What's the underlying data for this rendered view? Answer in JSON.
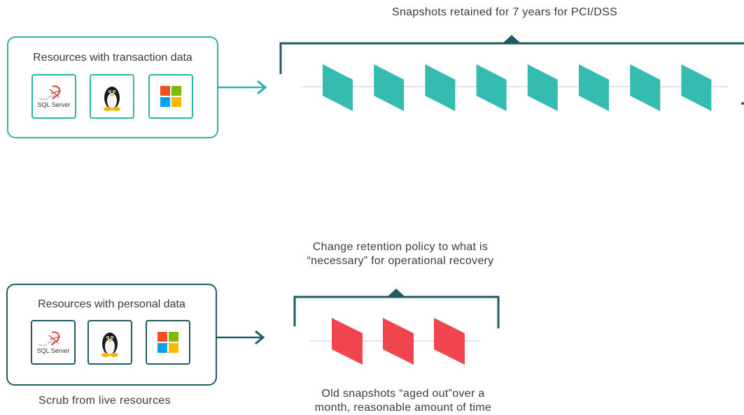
{
  "top_section": {
    "resources_box_title": "Resources with transaction data",
    "retention_label": "Snapshots retained for 7 years for PCI/DSS",
    "snapshot_count": 8
  },
  "bottom_section": {
    "resources_box_title": "Resources with personal data",
    "retention_label_line1": "Change retention policy to what is",
    "retention_label_line2": "“necessary” for operational recovery",
    "aged_out_line1": "Old snapshots “aged out”over a",
    "aged_out_line2": "month, reasonable amount of time",
    "scrub_label": "Scrub from live resources",
    "snapshot_count": 3
  },
  "icons": {
    "sql_server_label": "SQL Server",
    "sql_server_small": "Microsoft"
  },
  "colors": {
    "teal": "#2bb5a8",
    "teal_snapshot": "#35bcb1",
    "dark_teal": "#1e5b63",
    "red_snapshot": "#f0454f",
    "text": "#3a3a3a"
  }
}
